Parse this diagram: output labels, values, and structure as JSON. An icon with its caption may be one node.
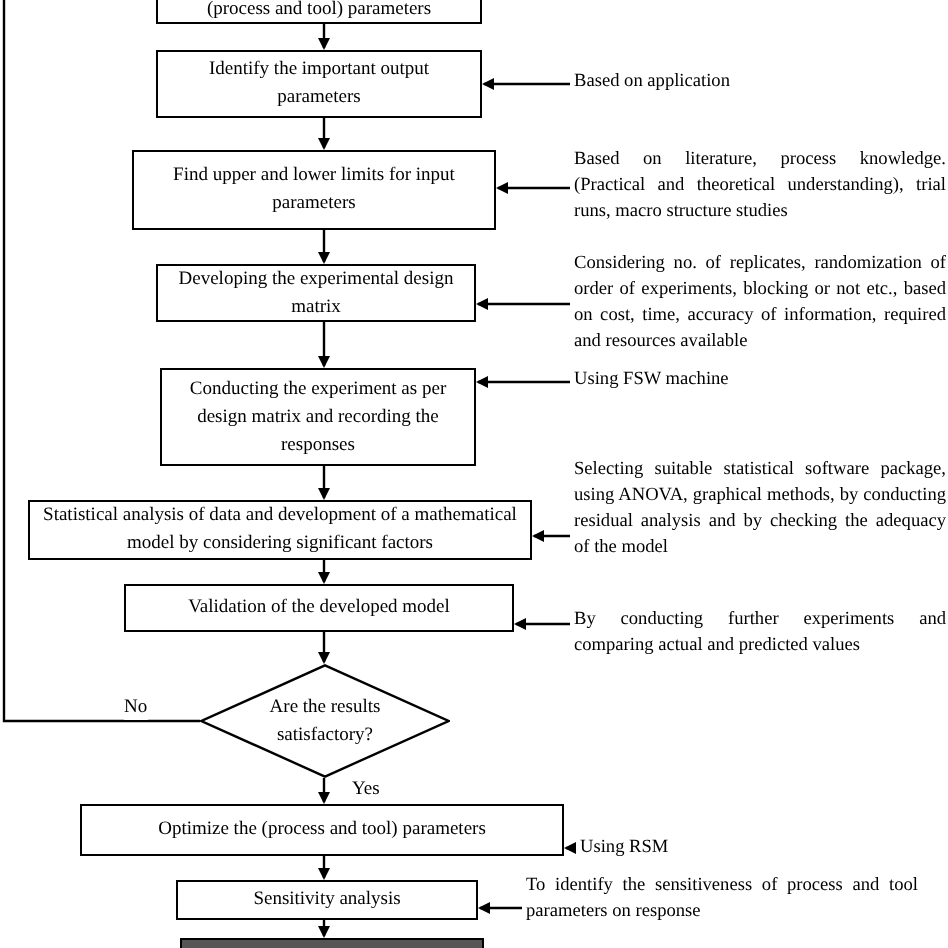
{
  "diagram": {
    "nodes": [
      {
        "text": [
          "(process and tool) parameters"
        ]
      },
      {
        "text": [
          "Identify the important output parameters"
        ]
      },
      {
        "text": [
          "Find upper and lower limits for input parameters"
        ]
      },
      {
        "text": [
          "Developing the experimental design matrix"
        ]
      },
      {
        "text": [
          "Conducting the experiment as per design matrix and recording the responses"
        ]
      },
      {
        "text": [
          "Statistical analysis of data and development of a mathematical model by considering significant factors"
        ]
      },
      {
        "text": [
          "Validation of the developed model"
        ]
      },
      {
        "text": [
          "Are the results satisfactory?"
        ]
      },
      {
        "text": [
          "Optimize the (process and tool) parameters"
        ]
      },
      {
        "text": [
          "Sensitivity analysis"
        ]
      },
      {
        "text": [],
        "shape": "bar"
      },
      {
        "text": [
          "Based on application"
        ]
      },
      {
        "text": [
          "Based on literature, process knowledge. (Practical and theoretical understanding), trial runs, macro structure studies"
        ]
      },
      {
        "text": [
          "Considering no. of replicates, randomization of order of experiments, blocking or not etc., based on cost, time, accuracy of information, required and resources available"
        ]
      },
      {
        "text": [
          "Using FSW machine"
        ]
      },
      {
        "text": [
          "Selecting suitable statistical software package, using ANOVA, graphical methods, by conducting residual analysis and by checking the adequacy of the model"
        ]
      },
      {
        "text": [
          "By conducting further experiments and comparing actual and predicted values"
        ]
      },
      {
        "text": [
          "Using RSM"
        ]
      },
      {
        "text": [
          "To identify the sensitiveness of process and tool parameters on response"
        ]
      }
    ],
    "edges": [
      {
        "from": 0,
        "to": 1,
        "arrow": "to"
      },
      {
        "from": 1,
        "to": 2,
        "arrow": "to"
      },
      {
        "from": 2,
        "to": 3,
        "arrow": "to"
      },
      {
        "from": 3,
        "to": 4,
        "arrow": "to"
      },
      {
        "from": 4,
        "to": 5,
        "arrow": "to"
      },
      {
        "from": 5,
        "to": 6,
        "arrow": "to"
      },
      {
        "from": 6,
        "to": 7,
        "arrow": "to"
      },
      {
        "from": 7,
        "to": 8,
        "label": "Yes",
        "arrow": "to"
      },
      {
        "from": 8,
        "to": 9,
        "arrow": "to"
      },
      {
        "from": 9,
        "to": 10,
        "arrow": "to"
      },
      {
        "from": 7,
        "to": null,
        "label": "No",
        "arrow": "none"
      },
      {
        "from": 11,
        "to": 1,
        "arrow": "to"
      },
      {
        "from": 12,
        "to": 2,
        "arrow": "to"
      },
      {
        "from": 13,
        "to": 3,
        "arrow": "to"
      },
      {
        "from": 14,
        "to": 4,
        "arrow": "to"
      },
      {
        "from": 15,
        "to": 5,
        "arrow": "to"
      },
      {
        "from": 16,
        "to": 6,
        "arrow": "to"
      },
      {
        "from": 17,
        "to": 8,
        "arrow": "to"
      },
      {
        "from": 18,
        "to": 9,
        "arrow": "to"
      }
    ]
  }
}
